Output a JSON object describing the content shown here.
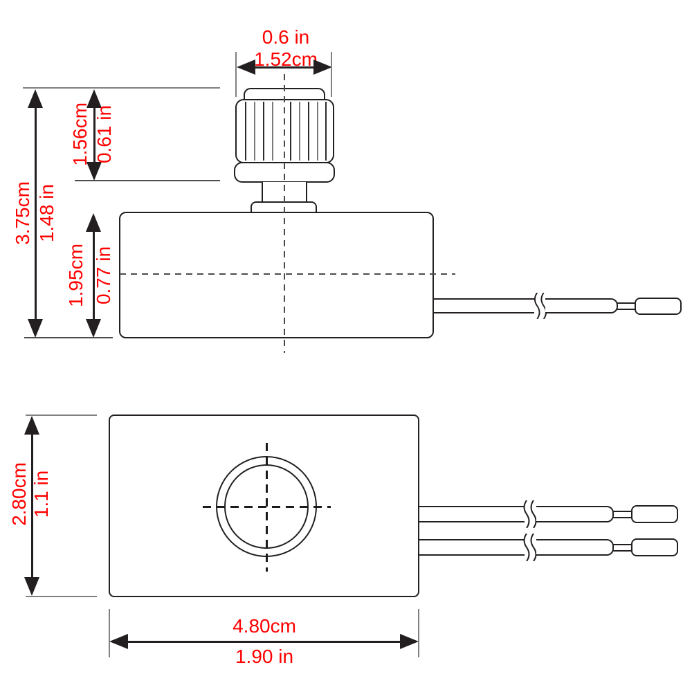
{
  "colors": {
    "dimension_text": "#ff0000",
    "outline": "#231f20",
    "extension_line": "#808080"
  },
  "side_view": {
    "knob_width": {
      "primary": "0.6 in",
      "secondary": "1.52cm"
    },
    "knob_height": {
      "primary": "1.56cm",
      "secondary": "0.61 in"
    },
    "total_height": {
      "primary": "3.75cm",
      "secondary": "1.48 in"
    },
    "body_height": {
      "primary": "1.95cm",
      "secondary": "0.77 in"
    }
  },
  "top_view": {
    "body_height": {
      "primary": "2.80cm",
      "secondary": "1.1 in"
    },
    "body_width": {
      "primary": "4.80cm",
      "secondary": "1.90 in"
    }
  }
}
